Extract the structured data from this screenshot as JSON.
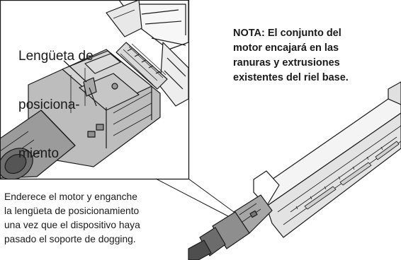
{
  "callout": {
    "label_lines": [
      "Lengüeta de",
      "posiciona-",
      "miento"
    ]
  },
  "note": {
    "lines": [
      "NOTA: El conjunto del",
      "motor encajará en las",
      "ranuras y extrusiones",
      "existentes del riel base."
    ]
  },
  "instruction": {
    "lines": [
      "Enderece el motor y enganche",
      "la lengüeta de posicionamiento",
      "una vez que el dispositivo haya",
      "pasado el soporte de dogging."
    ]
  }
}
